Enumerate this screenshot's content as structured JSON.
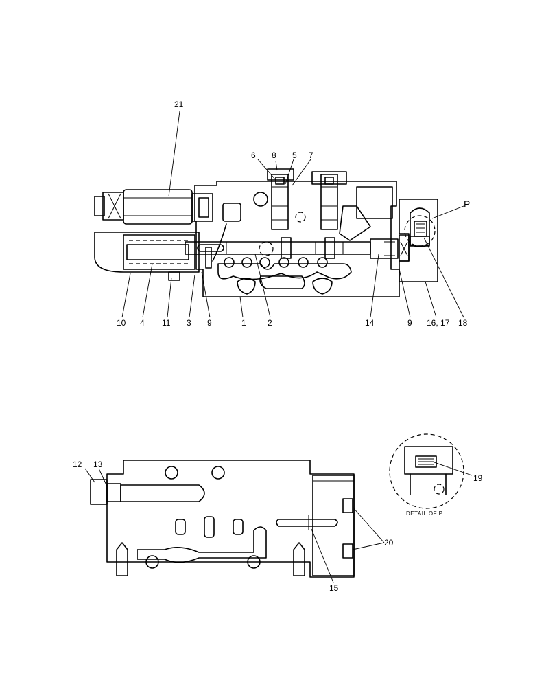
{
  "callouts": {
    "c21": "21",
    "c6": "6",
    "c8": "8",
    "c5": "5",
    "c7": "7",
    "cP": "P",
    "c10": "10",
    "c4": "4",
    "c11": "11",
    "c3": "3",
    "c9a": "9",
    "c1": "1",
    "c2": "2",
    "c14": "14",
    "c9b": "9",
    "c1617": "16, 17",
    "c18": "18",
    "c12": "12",
    "c13": "13",
    "c15": "15",
    "c20": "20",
    "c19": "19"
  },
  "detail_caption": "DETAIL OF P"
}
